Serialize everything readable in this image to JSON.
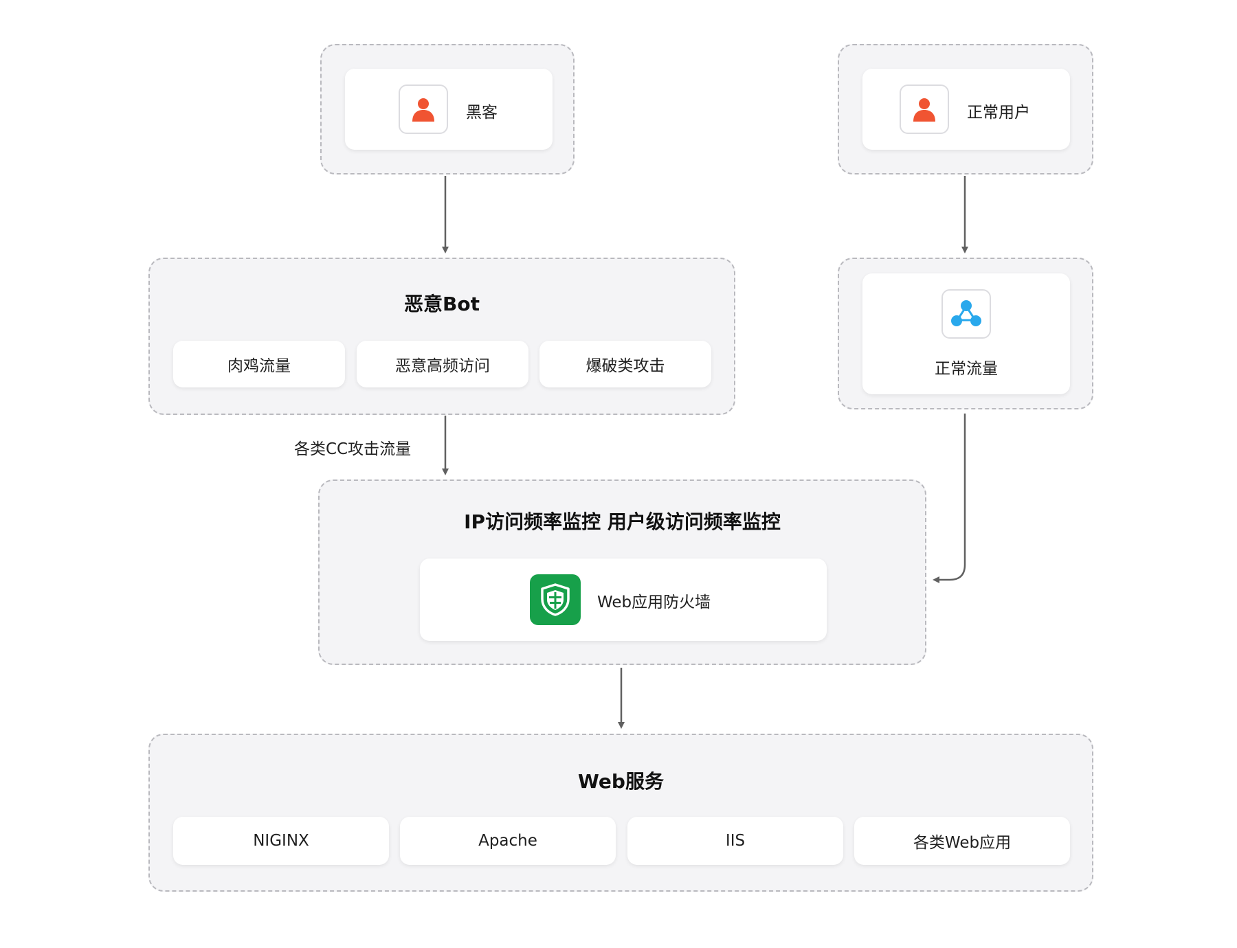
{
  "nodes": {
    "hacker": {
      "label": "黑客",
      "icon": "person-icon"
    },
    "normal_user": {
      "label": "正常用户",
      "icon": "person-icon"
    },
    "malicious_bot": {
      "title": "恶意Bot",
      "items": [
        "肉鸡流量",
        "恶意高频访问",
        "爆破类攻击"
      ]
    },
    "normal_traffic": {
      "label": "正常流量",
      "icon": "network-nodes-icon"
    },
    "monitor": {
      "title": "IP访问频率监控 用户级访问频率监控",
      "waf_label": "Web应用防火墙",
      "waf_icon": "shield-icon"
    },
    "web_service": {
      "title": "Web服务",
      "items": [
        "NIGINX",
        "Apache",
        "IIS",
        "各类Web应用"
      ]
    }
  },
  "edges": {
    "bot_to_monitor_label": "各类CC攻击流量"
  },
  "colors": {
    "person_icon": "#f05432",
    "network_icon": "#29a8ec",
    "shield_bg": "#17a04a",
    "arrow": "#606060",
    "group_border": "#b9b9be",
    "group_bg": "#f4f4f6"
  }
}
